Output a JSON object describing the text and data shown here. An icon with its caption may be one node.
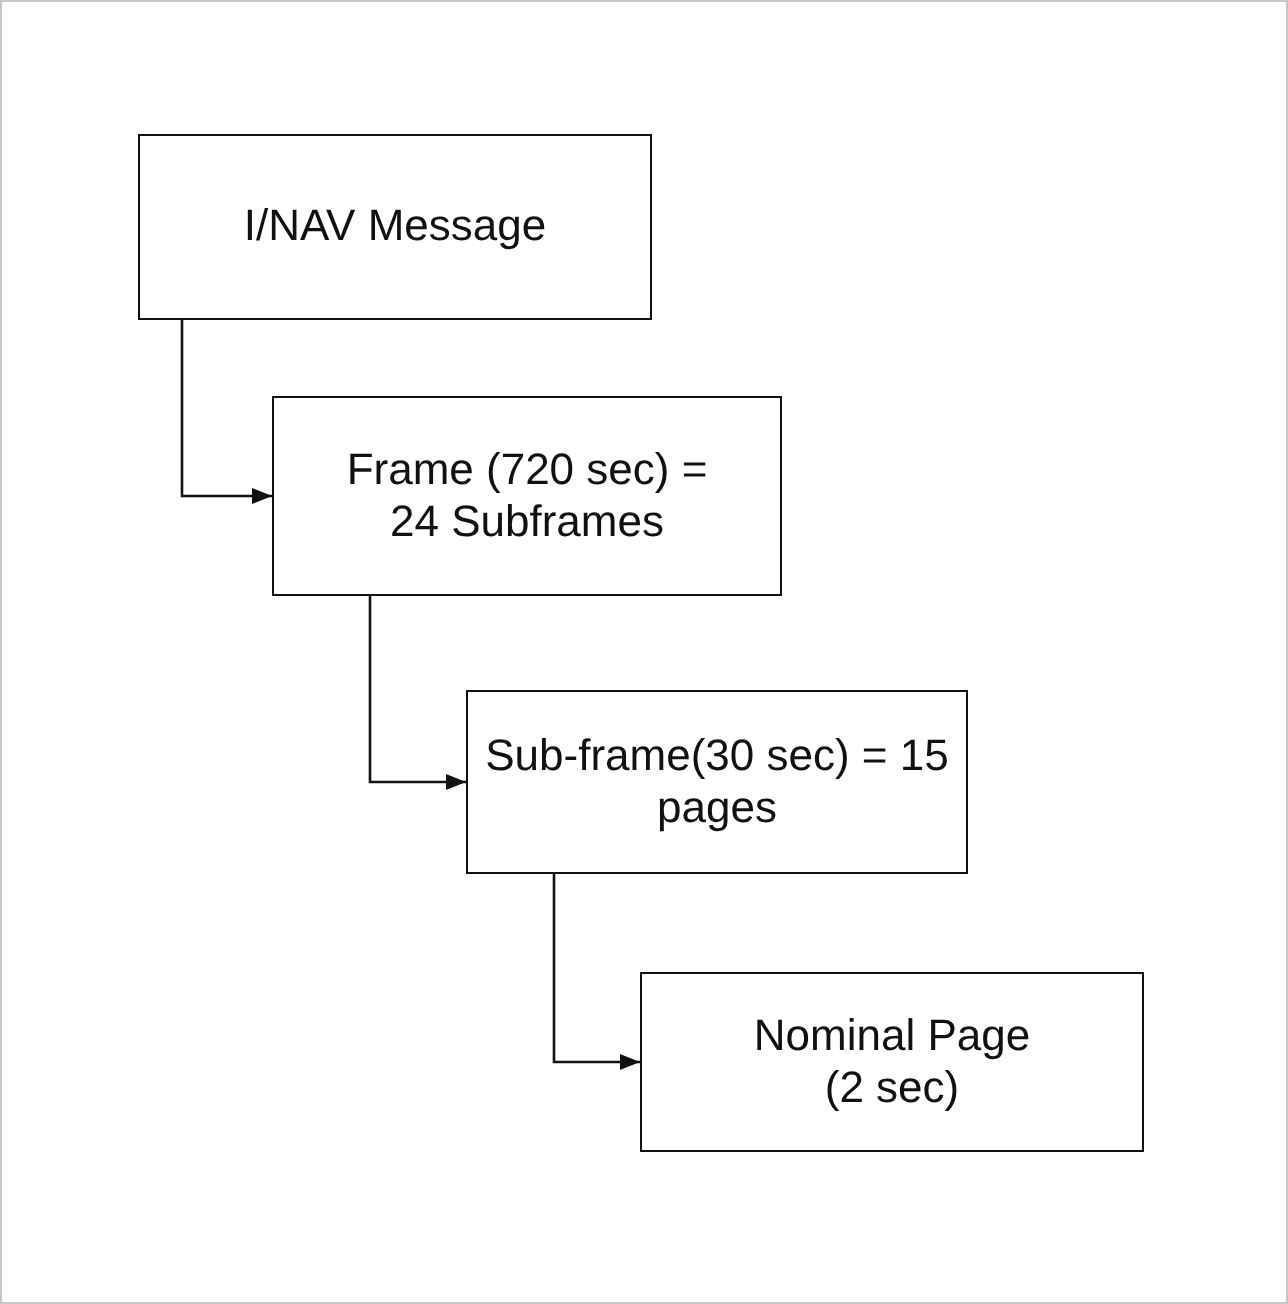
{
  "diagram": {
    "nodes": [
      {
        "text": [
          "I/NAV Message"
        ]
      },
      {
        "text": [
          "Frame (720 sec) = 24 Subframes"
        ]
      },
      {
        "text": [
          "Sub-frame(30 sec) = 15 pages"
        ]
      },
      {
        "text": [
          "Nominal Page (2 sec)"
        ]
      }
    ],
    "edges": [
      {
        "from": 0,
        "to": 1,
        "arrow": "to"
      },
      {
        "from": 1,
        "to": 2,
        "arrow": "to"
      },
      {
        "from": 2,
        "to": 3,
        "arrow": "to"
      }
    ]
  }
}
